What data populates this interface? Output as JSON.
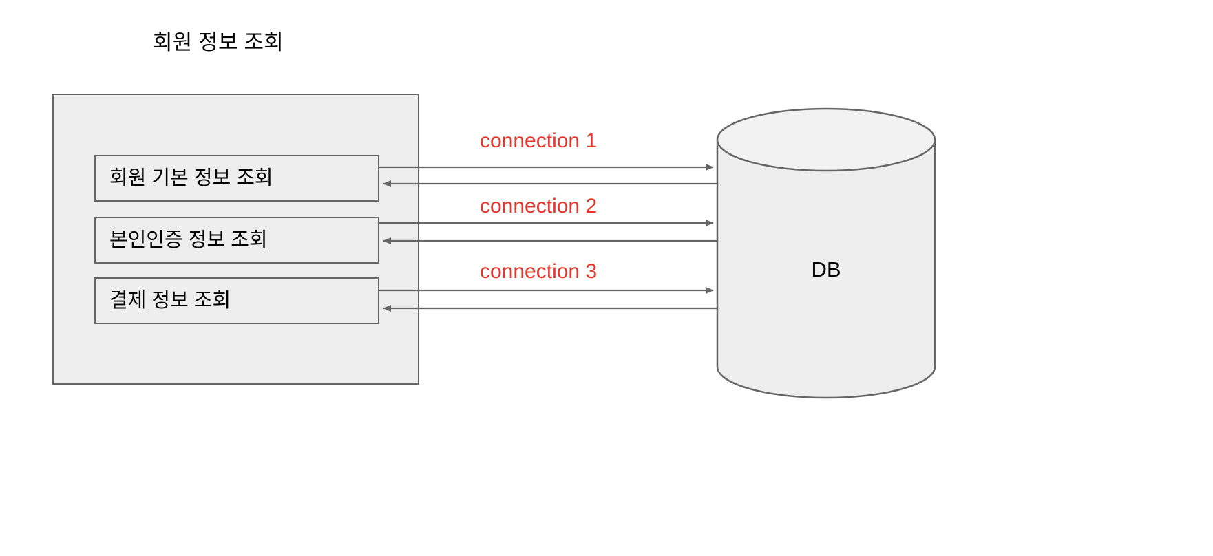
{
  "diagram": {
    "title": "회원 정보 조회",
    "container": {
      "label": "회원 정보 조회"
    },
    "services": [
      {
        "label": "회원 기본 정보 조회"
      },
      {
        "label": "본인인증 정보 조회"
      },
      {
        "label": "결제 정보 조회"
      }
    ],
    "connections": [
      {
        "label": "connection 1",
        "from": "회원 기본 정보 조회",
        "to": "DB",
        "direction": "bidirectional"
      },
      {
        "label": "connection 2",
        "from": "본인인증 정보 조회",
        "to": "DB",
        "direction": "bidirectional"
      },
      {
        "label": "connection 3",
        "from": "결제 정보 조회",
        "to": "DB",
        "direction": "bidirectional"
      }
    ],
    "database": {
      "label": "DB"
    },
    "colors": {
      "accent": "#e8342a",
      "shape_fill": "#eeeeee",
      "shape_stroke": "#666666",
      "arrow_stroke": "#666666",
      "text": "#000000",
      "background": "#ffffff"
    }
  }
}
